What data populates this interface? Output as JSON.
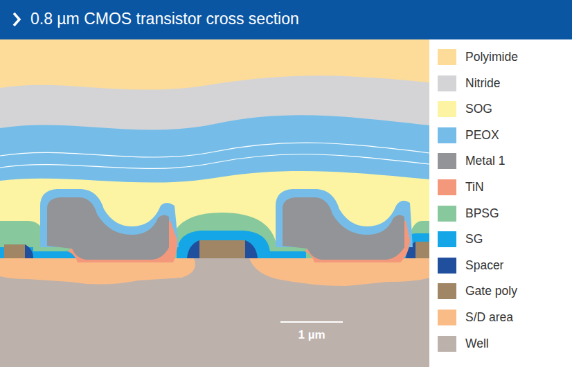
{
  "diagram": {
    "title": "0.8 µm CMOS transistor cross section",
    "labels": [
      "1 µm"
    ],
    "legend": [
      {
        "text": "Polyimide",
        "color": "#fddc9a"
      },
      {
        "text": "Nitride",
        "color": "#d4d4d6"
      },
      {
        "text": "SOG",
        "color": "#fdf4a3"
      },
      {
        "text": "PEOX",
        "color": "#75bde8"
      },
      {
        "text": "Metal 1",
        "color": "#929497"
      },
      {
        "text": "TiN",
        "color": "#f4987b"
      },
      {
        "text": "BPSG",
        "color": "#87c99c"
      },
      {
        "text": "SG",
        "color": "#14a6e6"
      },
      {
        "text": "Spacer",
        "color": "#1f4f9d"
      },
      {
        "text": "Gate poly",
        "color": "#a08664"
      },
      {
        "text": "S/D area",
        "color": "#f9bc87"
      },
      {
        "text": "Well",
        "color": "#bdb1ac"
      }
    ]
  }
}
